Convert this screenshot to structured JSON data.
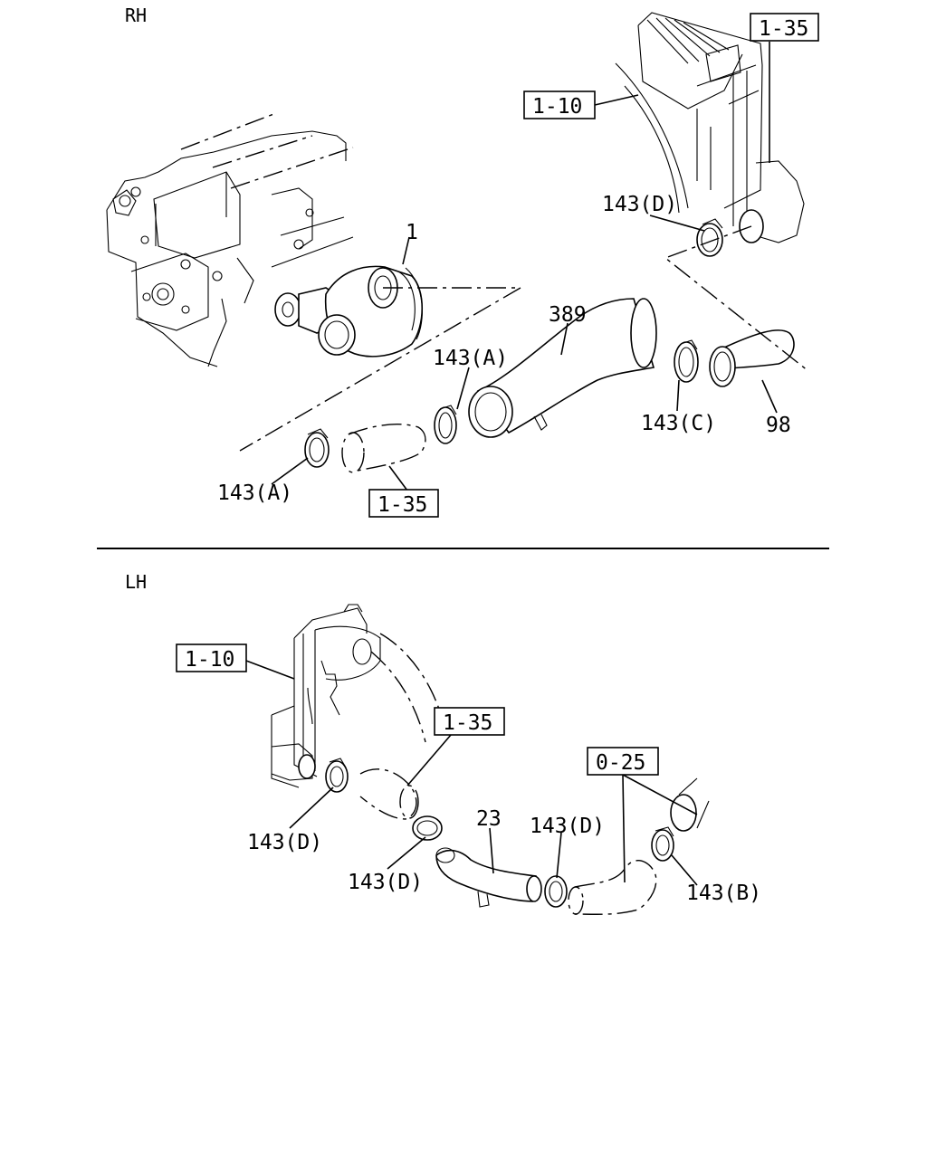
{
  "sections": {
    "rh": "RH",
    "lh": "LH"
  },
  "labels": {
    "rh_1_35_top": "1-35",
    "rh_1_10": "1-10",
    "rh_143d": "143(D)",
    "rh_1": "1",
    "rh_389": "389",
    "rh_143a_upper": "143(A)",
    "rh_143c": "143(C)",
    "rh_98": "98",
    "rh_143a_lower": "143(A)",
    "rh_1_35_bottom": "1-35",
    "lh_1_10": "1-10",
    "lh_1_35": "1-35",
    "lh_0_25": "0-25",
    "lh_143d_left": "143(D)",
    "lh_23": "23",
    "lh_143d_right": "143(D)",
    "lh_143d_bottom": "143(D)",
    "lh_143b": "143(B)"
  }
}
